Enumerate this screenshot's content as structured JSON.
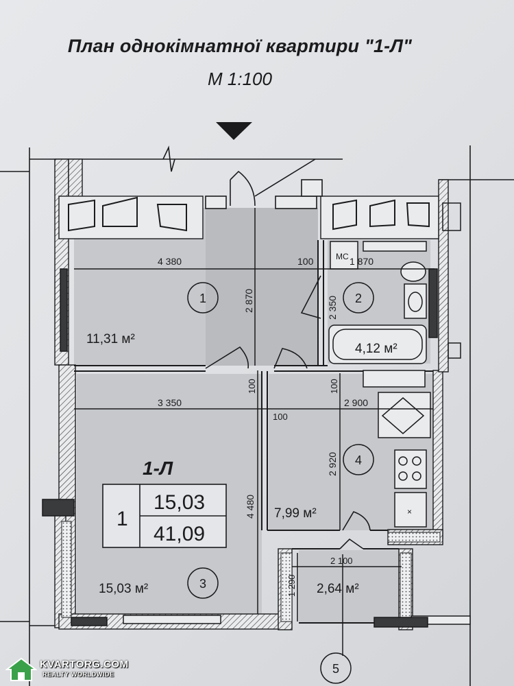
{
  "header": {
    "title": "План однокімнатної квартири \"1-Л\"",
    "scale": "М 1:100"
  },
  "rooms": [
    {
      "number": "1",
      "area": "11,31 м²"
    },
    {
      "number": "2",
      "area": "4,12 м²"
    },
    {
      "number": "3",
      "area": "15,03 м²"
    },
    {
      "number": "4",
      "area": "7,99 м²"
    },
    {
      "number": "5",
      "area": "2,64 м²"
    }
  ],
  "dimensions": {
    "room1_width": "4 380",
    "room1_height": "2 870",
    "wall_gap_top": "100",
    "room2_width": "1 870",
    "room2_height": "2 350",
    "wall_mid_1": "100",
    "wall_mid_2": "100",
    "room3_width": "3 350",
    "room3_height": "4 480",
    "wall_mid_3": "100",
    "room4_width": "2 900",
    "room4_height": "2 920",
    "balcony_width": "2 100",
    "balcony_depth": "1 290"
  },
  "fixture": {
    "toilet_label": "МС"
  },
  "summary": {
    "apartment_type": "1-Л",
    "rooms_count": "1",
    "living_area": "15,03",
    "total_area": "41,09"
  },
  "watermark": {
    "brand": "KVARTORG.COM",
    "tagline": "REALTY WORLDWIDE"
  },
  "colors": {
    "ink": "#1b1b1d",
    "room_fill": "#c6c8cb",
    "wall_fill": "#e9ebed",
    "paper": "#dcdee1"
  }
}
